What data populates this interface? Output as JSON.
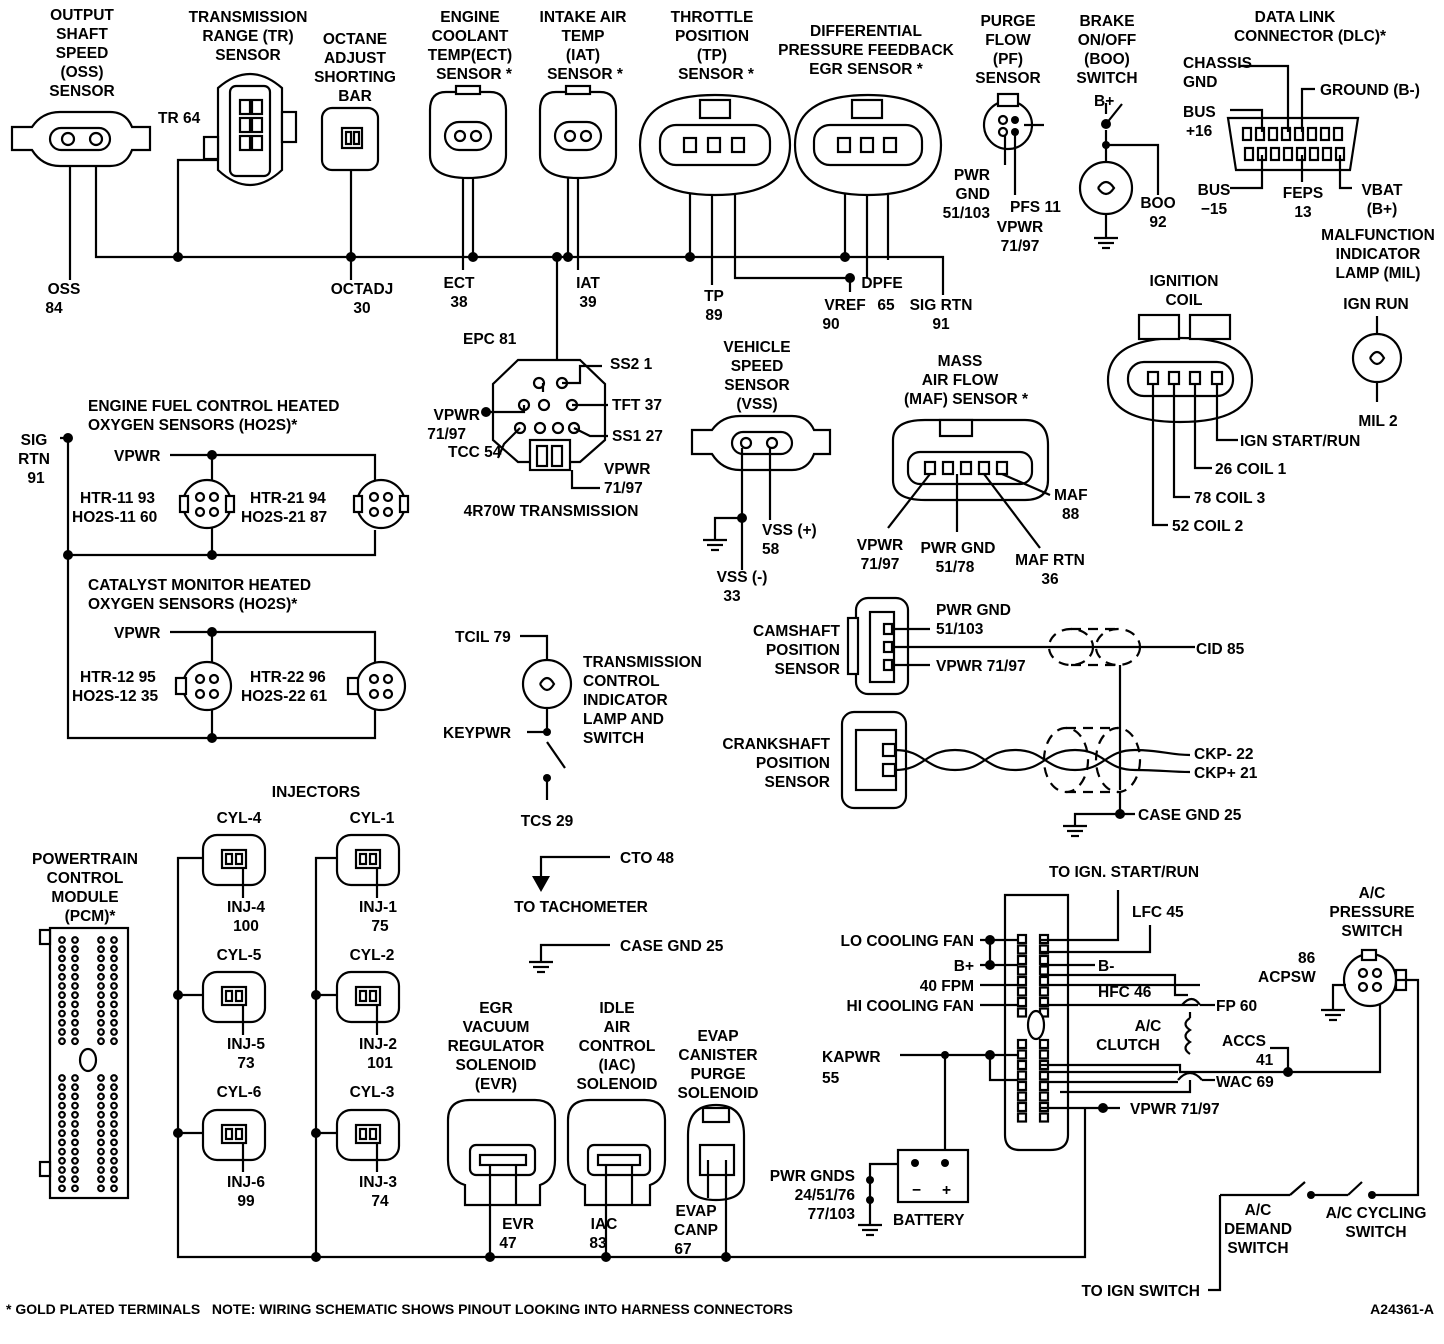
{
  "sensors_top": {
    "oss": [
      "OUTPUT",
      "SHAFT",
      "SPEED",
      "(OSS)",
      "SENSOR"
    ],
    "tr": [
      "TRANSMISSION",
      "RANGE (TR)",
      "SENSOR"
    ],
    "oct": [
      "OCTANE",
      "ADJUST",
      "SHORTING",
      "BAR"
    ],
    "ect": [
      "ENGINE",
      "COOLANT",
      "TEMP(ECT)",
      "SENSOR *"
    ],
    "iat": [
      "INTAKE AIR",
      "TEMP",
      "(IAT)",
      "SENSOR *"
    ],
    "tp": [
      "THROTTLE",
      "POSITION",
      "(TP)",
      "SENSOR *"
    ],
    "dpfe": [
      "DIFFERENTIAL",
      "PRESSURE FEEDBACK",
      "EGR SENSOR *"
    ],
    "pf": [
      "PURGE",
      "FLOW",
      "(PF)",
      "SENSOR"
    ],
    "boo": [
      "BRAKE",
      "ON/OFF",
      "(BOO)",
      "SWITCH"
    ],
    "dlc": [
      "DATA LINK",
      "CONNECTOR (DLC)*"
    ]
  },
  "pins_top": {
    "tr64": "TR 64",
    "oss": [
      "OSS",
      "84"
    ],
    "octadj": [
      "OCTADJ",
      "30"
    ],
    "ect": [
      "ECT",
      "38"
    ],
    "iat": [
      "IAT",
      "39"
    ],
    "tp": [
      "TP",
      "89"
    ],
    "vref": [
      "VREF",
      "90"
    ],
    "dpfe": [
      "DPFE",
      "65"
    ],
    "sigrtn": [
      "SIG RTN",
      "91"
    ],
    "pwrgnd": [
      "PWR",
      "GND",
      "51/103"
    ],
    "pfs": "PFS 11",
    "vpwr": [
      "VPWR",
      "71/97"
    ],
    "bplus": "B+",
    "boo": [
      "BOO",
      "92"
    ],
    "chassis": [
      "CHASSIS",
      "GND"
    ],
    "ground": "GROUND (B-)",
    "busp": [
      "BUS",
      "+16"
    ],
    "busm": [
      "BUS",
      "−15"
    ],
    "feps": [
      "FEPS",
      "13"
    ],
    "vbat": [
      "VBAT",
      "(B+)"
    ]
  },
  "mil": {
    "title": [
      "MALFUNCTION",
      "INDICATOR",
      "LAMP (MIL)"
    ],
    "ignrun": "IGN RUN",
    "mil2": "MIL 2"
  },
  "ignition": {
    "title": [
      "IGNITION",
      "COIL"
    ],
    "pins": [
      "IGN START/RUN",
      "26 COIL 1",
      "78 COIL 3",
      "52 COIL 2"
    ]
  },
  "trans": {
    "pins": [
      "EPC 81",
      "SS2 1",
      "TFT 37",
      "SS1 27",
      "TCC 54"
    ],
    "vpwr_l": [
      "VPWR",
      "71/97"
    ],
    "vpwr_r": [
      "VPWR",
      "71/97"
    ],
    "name": "4R70W TRANSMISSION"
  },
  "vss": {
    "title": [
      "VEHICLE",
      "SPEED",
      "SENSOR",
      "(VSS)"
    ],
    "plus": [
      "VSS (+)",
      "58"
    ],
    "minus": [
      "VSS (-)",
      "33"
    ]
  },
  "maf": {
    "title": [
      "MASS",
      "AIR FLOW",
      "(MAF) SENSOR *"
    ],
    "maf": [
      "MAF",
      "88"
    ],
    "vpwr": [
      "VPWR",
      "71/97"
    ],
    "pwrgnd": [
      "PWR GND",
      "51/78"
    ],
    "mafrtn": [
      "MAF RTN",
      "36"
    ]
  },
  "ho2s": {
    "sig": [
      "SIG",
      "RTN",
      "91"
    ],
    "title1": [
      "ENGINE FUEL CONTROL HEATED",
      "OXYGEN SENSORS (HO2S)*"
    ],
    "vpwr": "VPWR",
    "l1": [
      "HTR-11 93",
      "HO2S-11 60"
    ],
    "r1": [
      "HTR-21 94",
      "HO2S-21 87"
    ],
    "title2": [
      "CATALYST MONITOR HEATED",
      "OXYGEN SENSORS (HO2S)*"
    ],
    "l2": [
      "HTR-12 95",
      "HO2S-12 35"
    ],
    "r2": [
      "HTR-22 96",
      "HO2S-22 61"
    ]
  },
  "tcil": {
    "tcil": "TCIL 79",
    "title": [
      "TRANSMISSION",
      "CONTROL",
      "INDICATOR",
      "LAMP AND",
      "SWITCH"
    ],
    "keypwr": "KEYPWR",
    "tcs": "TCS 29"
  },
  "cam": {
    "title": [
      "CAMSHAFT",
      "POSITION",
      "SENSOR"
    ],
    "pwrgnd": [
      "PWR GND",
      "51/103"
    ],
    "vpwr": "VPWR 71/97",
    "cid": "CID 85"
  },
  "crank": {
    "title": [
      "CRANKSHAFT",
      "POSITION",
      "SENSOR"
    ],
    "ckpm": "CKP- 22",
    "ckpp": "CKP+ 21",
    "case": "CASE GND 25"
  },
  "injectors": {
    "title": "INJECTORS",
    "items": [
      {
        "cyl": "CYL-4",
        "inj": [
          "INJ-4",
          "100"
        ]
      },
      {
        "cyl": "CYL-1",
        "inj": [
          "INJ-1",
          "75"
        ]
      },
      {
        "cyl": "CYL-5",
        "inj": [
          "INJ-5",
          "73"
        ]
      },
      {
        "cyl": "CYL-2",
        "inj": [
          "INJ-2",
          "101"
        ]
      },
      {
        "cyl": "CYL-6",
        "inj": [
          "INJ-6",
          "99"
        ]
      },
      {
        "cyl": "CYL-3",
        "inj": [
          "INJ-3",
          "74"
        ]
      }
    ]
  },
  "pcm": [
    "POWERTRAIN",
    "CONTROL",
    "MODULE",
    "(PCM)*"
  ],
  "tach": {
    "cto": "CTO  48",
    "to": "TO TACHOMETER",
    "case": "CASE GND 25"
  },
  "solenoids": {
    "evr": [
      "EGR",
      "VACUUM",
      "REGULATOR",
      "SOLENOID",
      "(EVR)"
    ],
    "evr_pin": [
      "EVR",
      "47"
    ],
    "iac": [
      "IDLE",
      "AIR",
      "CONTROL",
      "(IAC)",
      "SOLENOID"
    ],
    "iac_pin": [
      "IAC",
      "83"
    ],
    "evap": [
      "EVAP",
      "CANISTER",
      "PURGE",
      "SOLENOID"
    ],
    "evap_pin": [
      "EVAP",
      "CANP",
      "67"
    ]
  },
  "relay": {
    "toign": "TO IGN. START/RUN",
    "lfc": "LFC 45",
    "lo": "LO COOLING FAN",
    "bp": "B+",
    "bm": "B-",
    "fpm": "40 FPM",
    "hfc": "HFC 46",
    "hi": "HI COOLING FAN",
    "fp": "FP 60",
    "kapwr": [
      "KAPWR",
      "55"
    ],
    "acclutch": [
      "A/C",
      "CLUTCH"
    ],
    "accs": [
      "ACCS",
      "41"
    ],
    "wac": "WAC 69",
    "vpwr": "VPWR 71/97"
  },
  "battery": {
    "gnds": [
      "PWR GNDS",
      "24/51/76",
      "77/103"
    ],
    "name": "BATTERY"
  },
  "acp": {
    "title": [
      "A/C",
      "PRESSURE",
      "SWITCH"
    ],
    "pin": [
      "86",
      "ACPSW"
    ]
  },
  "acswitch": {
    "demand": [
      "A/C",
      "DEMAND",
      "SWITCH"
    ],
    "cycling": [
      "A/C CYCLING",
      "SWITCH"
    ],
    "toign": "TO IGN SWITCH"
  },
  "footer": {
    "note": "* GOLD PLATED TERMINALS   NOTE: WIRING SCHEMATIC SHOWS PINOUT LOOKING INTO HARNESS CONNECTORS",
    "code": "A24361-A"
  }
}
